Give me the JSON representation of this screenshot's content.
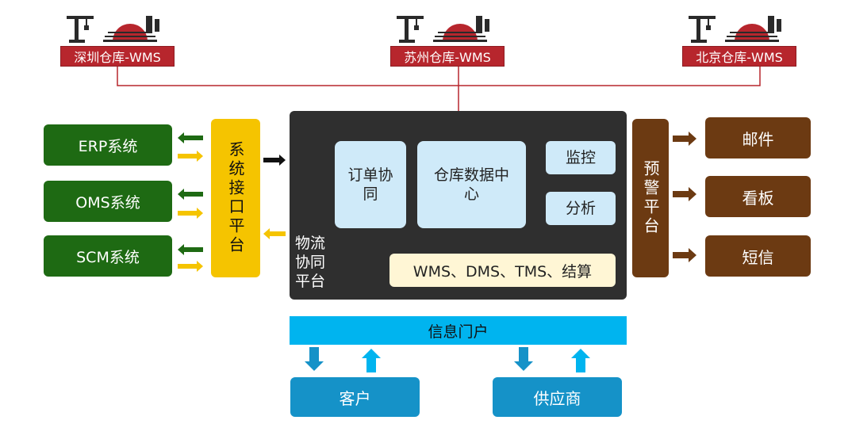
{
  "warehouses": [
    {
      "label": "深圳仓库-WMS"
    },
    {
      "label": "苏州仓库-WMS"
    },
    {
      "label": "北京仓库-WMS"
    }
  ],
  "systems": [
    "ERP系统",
    "OMS系统",
    "SCM系统"
  ],
  "interface_platform": "系统接口平台",
  "logistics": {
    "label": "物流协同平台",
    "order": "订单协同",
    "datacenter": "仓库数据中心",
    "monitor": "监控",
    "analysis": "分析",
    "modules": "WMS、DMS、TMS、结算"
  },
  "warning_platform": "预警平台",
  "outputs": [
    "邮件",
    "看板",
    "短信"
  ],
  "portal": "信息门户",
  "customers": [
    "客户",
    "供应商"
  ],
  "colors": {
    "green": "#1e6a13",
    "yellow": "#f5c400",
    "dark": "#2f2f2f",
    "brown": "#6c3a12",
    "cyan": "#00b4ef",
    "blue": "#1592c8",
    "red": "#b7262d"
  }
}
